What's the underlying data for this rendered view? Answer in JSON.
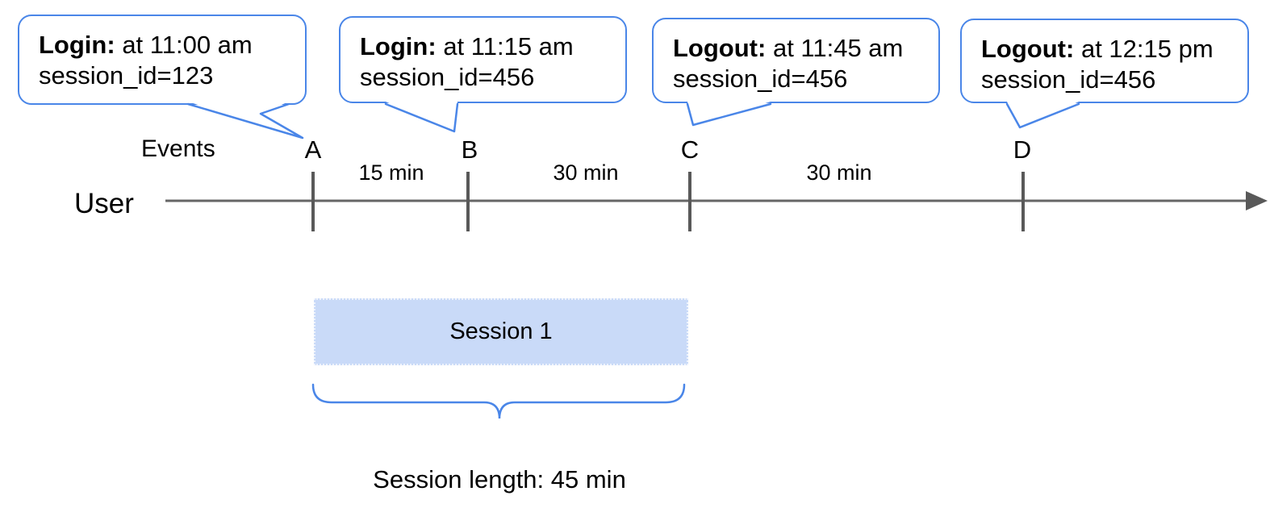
{
  "diagram": {
    "title_implicit": "User session timeline",
    "axis": {
      "events_label": "Events",
      "user_label": "User"
    },
    "callouts": [
      {
        "event": "A",
        "action": "Login:",
        "time_text": "at 11:00 am",
        "session_text": "session_id=123"
      },
      {
        "event": "B",
        "action": "Login:",
        "time_text": "at 11:15 am",
        "session_text": "session_id=456"
      },
      {
        "event": "C",
        "action": "Logout:",
        "time_text": "at 11:45 am",
        "session_text": "session_id=456"
      },
      {
        "event": "D",
        "action": "Logout:",
        "time_text": "at 12:15 pm",
        "session_text": "session_id=456"
      }
    ],
    "event_markers": [
      "A",
      "B",
      "C",
      "D"
    ],
    "intervals": [
      {
        "between": "A-B",
        "label": "15 min"
      },
      {
        "between": "B-C",
        "label": "30 min"
      },
      {
        "between": "C-D",
        "label": "30 min"
      }
    ],
    "session": {
      "box_label": "Session 1",
      "length_label": "Session length: 45 min"
    },
    "colors": {
      "accent_blue": "#4a86e8",
      "session_fill": "#c9daf8",
      "timeline_gray": "#666666",
      "tick_gray": "#595959",
      "text": "#000000",
      "background": "#ffffff"
    }
  }
}
